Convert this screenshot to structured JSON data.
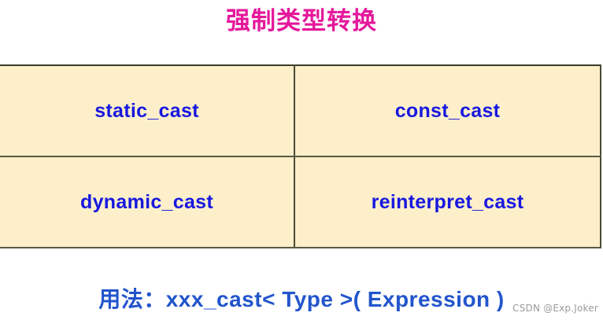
{
  "slide": {
    "title": "强制类型转换",
    "background_color": "#ffffff",
    "title_color": "#e5189b"
  },
  "table": {
    "cell_background": "#fcefca",
    "text_color": "#1818e0",
    "border_color": "#4a4a36",
    "rows": [
      {
        "left": "static_cast",
        "right": "const_cast"
      },
      {
        "left": "dynamic_cast",
        "right": "reinterpret_cast"
      }
    ]
  },
  "caption": {
    "text": "用法：xxx_cast< Type >( Expression )",
    "color": "#2255cc"
  },
  "watermark": {
    "text": "CSDN @Exp.Joker",
    "color": "#9b9b9b"
  }
}
